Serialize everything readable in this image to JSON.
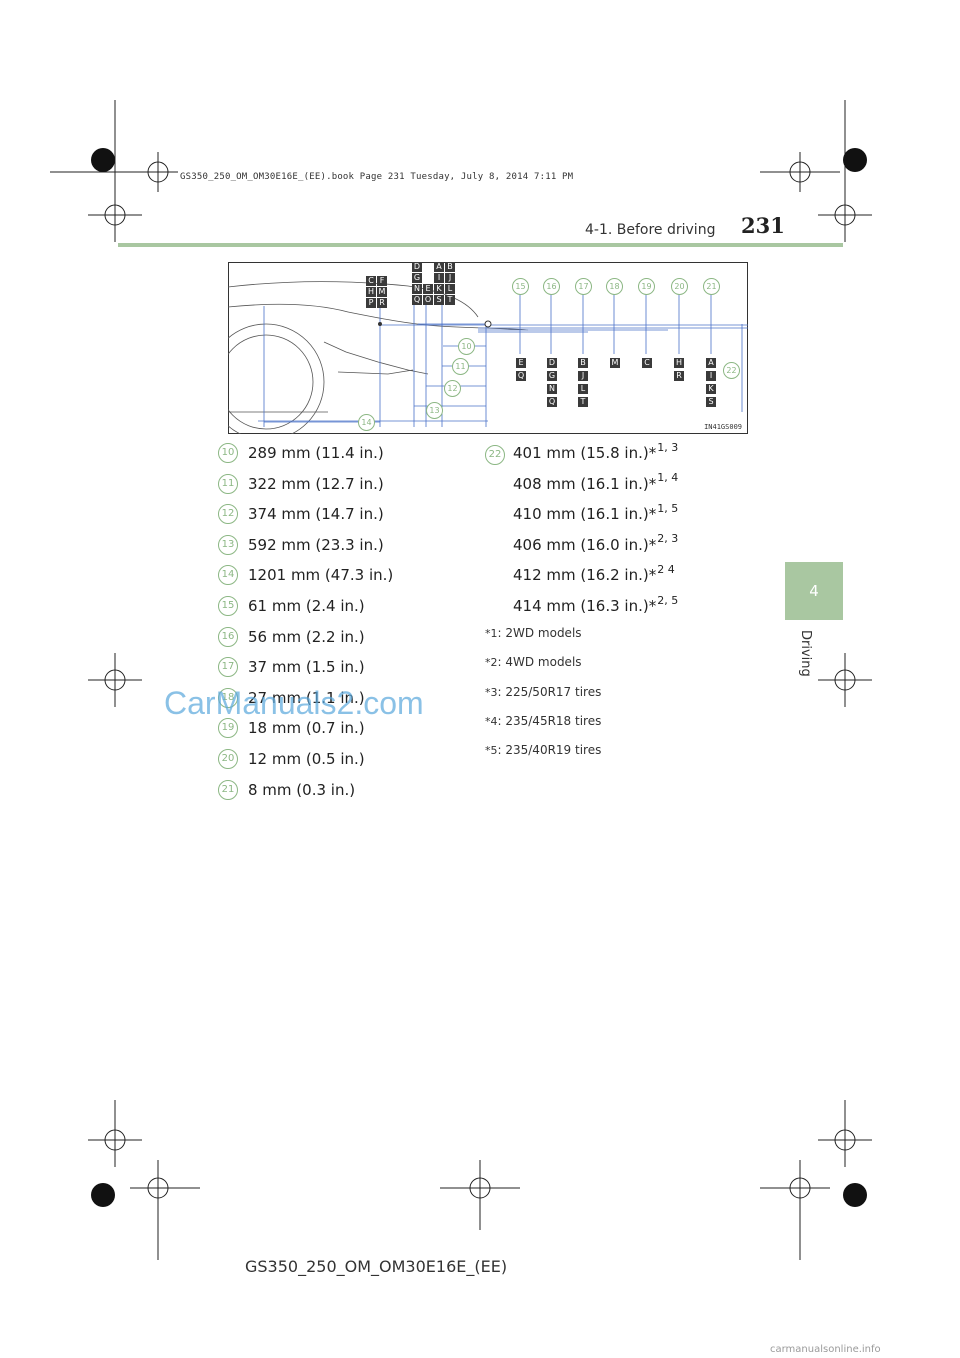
{
  "book_header": "GS350_250_OM_OM30E16E_(EE).book  Page 231  Tuesday, July 8, 2014  7:11 PM",
  "section_title": "4-1. Before driving",
  "page_number": "231",
  "chapter": {
    "number": "4",
    "label": "Driving"
  },
  "diagram": {
    "code": "IN41GS009",
    "left_letter_grid": [
      [
        "C",
        "F"
      ],
      [
        "H",
        "M"
      ],
      [
        "P",
        "R"
      ]
    ],
    "top_letter_grid": [
      [
        "D",
        "",
        ""
      ],
      [
        "G",
        "",
        ""
      ],
      [
        "N",
        "E",
        ""
      ],
      [
        "Q",
        "O",
        ""
      ]
    ],
    "top_right_grid": [
      [
        "A",
        "B"
      ],
      [
        "I",
        "J"
      ],
      [
        "K",
        "L"
      ],
      [
        "S",
        "T"
      ]
    ],
    "top_numbers": [
      "15",
      "16",
      "17",
      "18",
      "19",
      "20",
      "21"
    ],
    "side_numbers": [
      "10",
      "11",
      "12",
      "13",
      "14",
      "22"
    ],
    "letter_columns": [
      [
        "E",
        "Q"
      ],
      [
        "D",
        "G",
        "N",
        "Q"
      ],
      [
        "B",
        "J",
        "L",
        "T"
      ],
      [
        "M"
      ],
      [
        "C"
      ],
      [
        "H",
        "R"
      ],
      [
        "A",
        "I",
        "K",
        "S"
      ]
    ]
  },
  "left_list": [
    {
      "num": "10",
      "value": "289 mm (11.4 in.)"
    },
    {
      "num": "11",
      "value": "322 mm (12.7 in.)"
    },
    {
      "num": "12",
      "value": "374 mm (14.7 in.)"
    },
    {
      "num": "13",
      "value": "592 mm (23.3 in.)"
    },
    {
      "num": "14",
      "value": "1201 mm (47.3 in.)"
    },
    {
      "num": "15",
      "value": "61 mm (2.4 in.)"
    },
    {
      "num": "16",
      "value": "56 mm (2.2 in.)"
    },
    {
      "num": "17",
      "value": "37 mm (1.5 in.)"
    },
    {
      "num": "18",
      "value": "27 mm (1.1 in.)"
    },
    {
      "num": "19",
      "value": "18 mm (0.7 in.)"
    },
    {
      "num": "20",
      "value": "12 mm (0.5 in.)"
    },
    {
      "num": "21",
      "value": "8 mm (0.3 in.)"
    }
  ],
  "right_list_num": "22",
  "right_list": [
    {
      "value": "401 mm (15.8 in.)*",
      "sup": "1, 3"
    },
    {
      "value": "408 mm (16.1 in.)*",
      "sup": "1, 4"
    },
    {
      "value": "410 mm (16.1 in.)*",
      "sup": "1, 5"
    },
    {
      "value": "406 mm (16.0 in.)*",
      "sup": "2, 3"
    },
    {
      "value": "412 mm (16.2 in.)*",
      "sup": "2 4"
    },
    {
      "value": "414 mm (16.3 in.)*",
      "sup": "2, 5"
    }
  ],
  "notes": [
    {
      "mark": "*1",
      "text": ": 2WD models"
    },
    {
      "mark": "*2",
      "text": ": 4WD models"
    },
    {
      "mark": "*3",
      "text": ": 225/50R17 tires"
    },
    {
      "mark": "*4",
      "text": ": 235/45R18 tires"
    },
    {
      "mark": "*5",
      "text": ": 235/40R19 tires"
    }
  ],
  "footer": "GS350_250_OM_OM30E16E_(EE)",
  "watermark": "CarManuals2.com",
  "site_credit": "carmanualsonline.info",
  "colors": {
    "accent_green": "#a9c7a1",
    "badge_green": "#8cb784",
    "diagram_line": "#4a72c8"
  }
}
